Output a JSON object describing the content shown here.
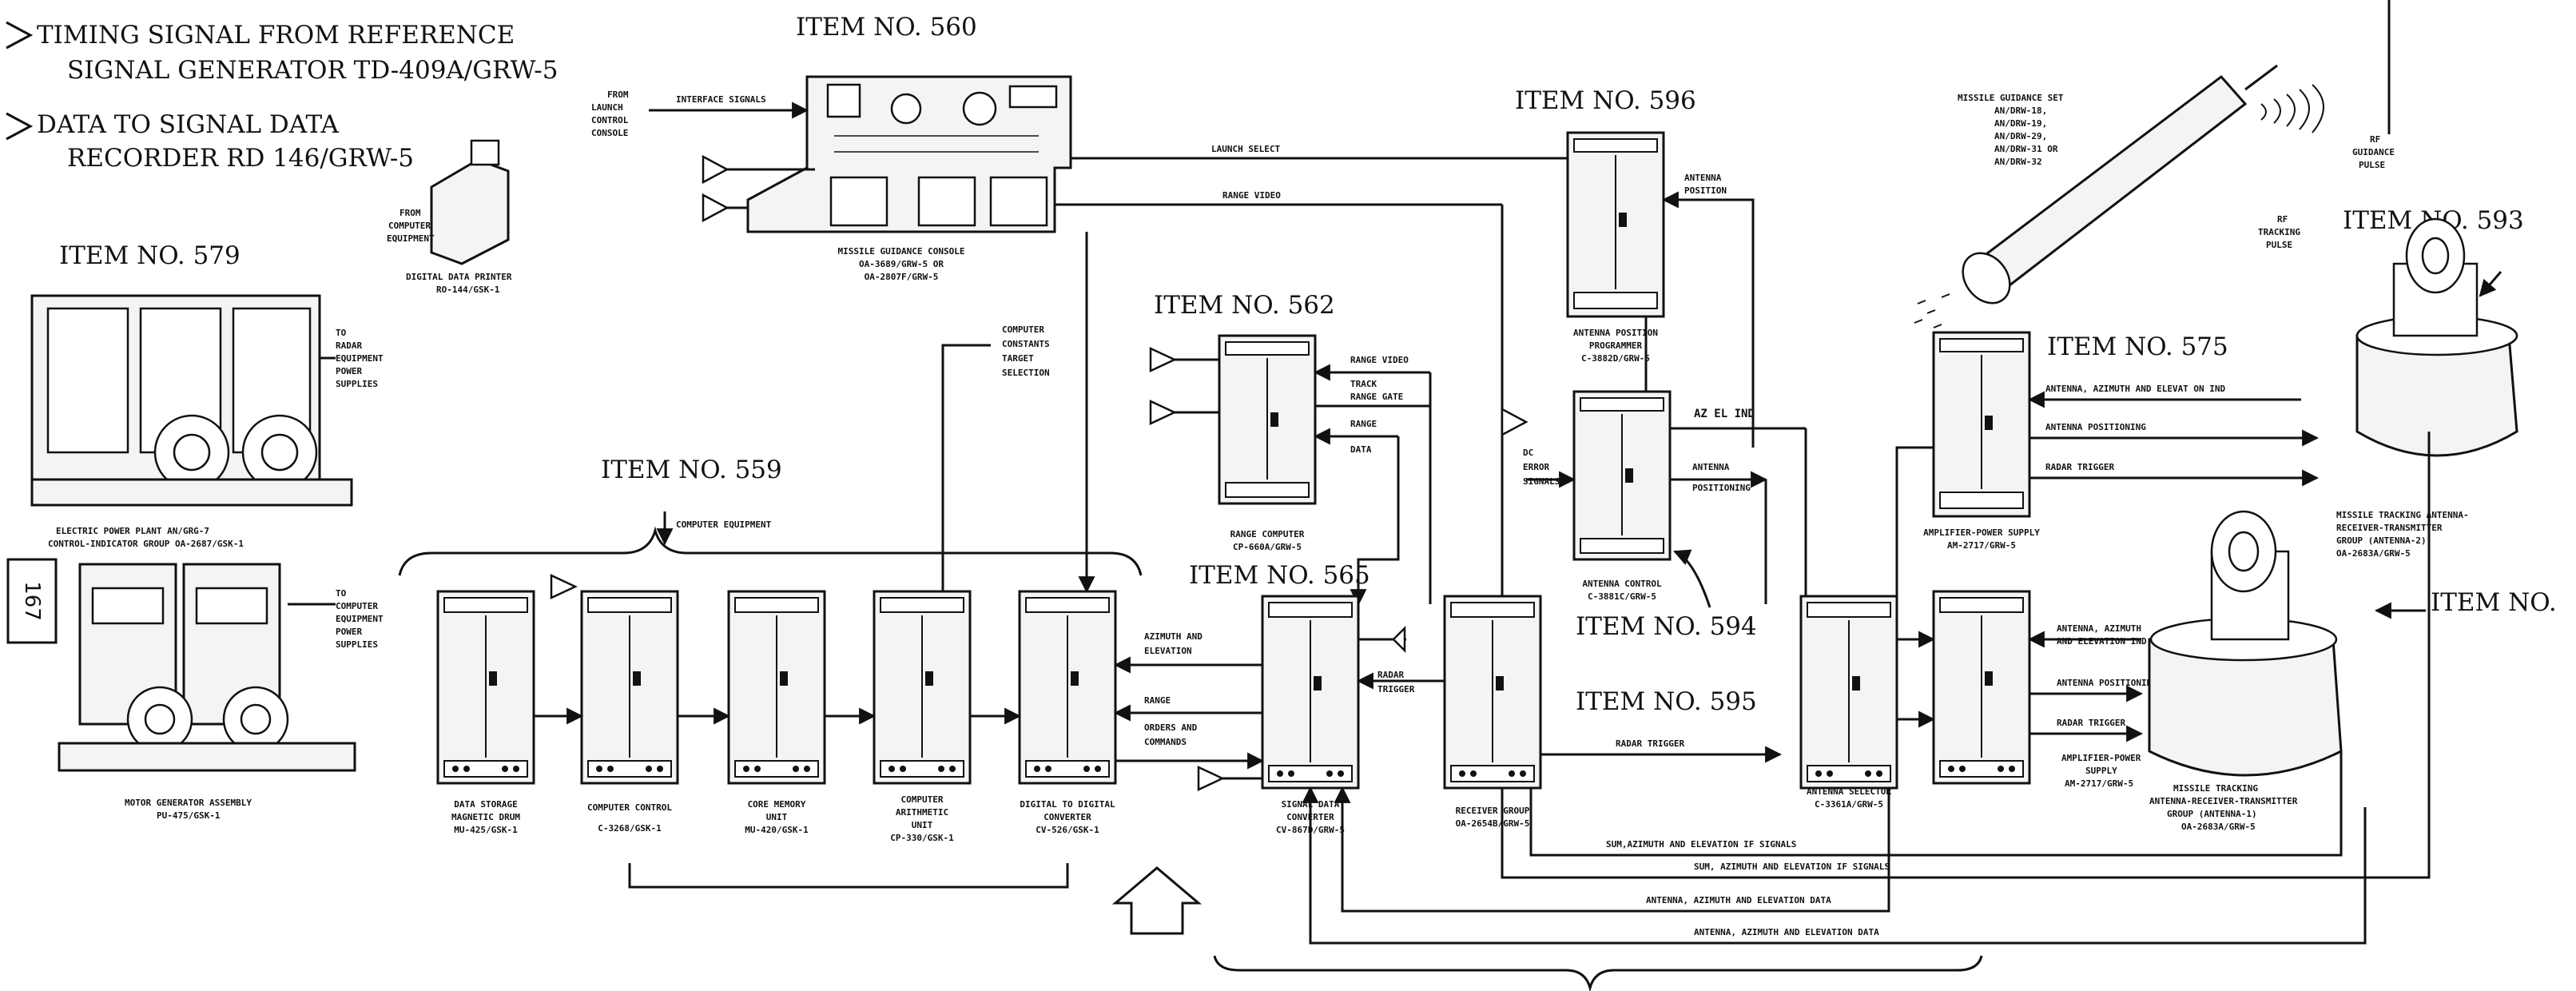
{
  "headers": {
    "timing_signal": "TIMING SIGNAL FROM REFERENCE SIGNAL GENERATOR TD-409A/GRW-5",
    "data_to_recorder": "DATA TO SIGNAL DATA RECORDER RD 146/GRW-5",
    "page_number": "167"
  },
  "items": {
    "i560": "ITEM NO. 560",
    "i579": "ITEM NO. 579",
    "i559": "ITEM NO. 559",
    "i562": "ITEM NO. 562",
    "i565": "ITEM NO. 565",
    "i596": "ITEM NO. 596",
    "i594": "ITEM NO. 594",
    "i595": "ITEM NO. 595",
    "i593": "ITEM NO. 593",
    "i575": "ITEM NO. 575",
    "iright": "ITEM NO."
  },
  "units": {
    "missile_console": "MISSILE GUIDANCE CONSOLE OA-3689/GRW-5 OR OA-2807F/GRW-5",
    "digital_printer": "DIGITAL DATA PRINTER RO-144/GSK-1",
    "power_plant": "ELECTRIC POWER PLANT AN/GRG-7 CONTROL-INDICATOR GROUP OA-2687/GSK-1",
    "motor_generator": "MOTOR GENERATOR ASSEMBLY PU-475/GSK-1",
    "data_storage": "DATA STORAGE MAGNETIC DRUM MU-425/GSK-1",
    "computer_control": "COMPUTER CONTROL C-3268/GSK-1",
    "core_memory": "CORE MEMORY UNIT MU-420/GSK-1",
    "computer_arith": "COMPUTER ARITHMETIC UNIT CP-330/GSK-1",
    "d2d_converter": "DIGITAL TO DIGITAL CONVERTER CV-526/GSK-1",
    "range_computer": "RANGE COMPUTER CP-660A/GRW-5",
    "signal_converter": "SIGNAL DATA CONVERTER CV-867D/GRW-5",
    "receiver_group": "RECEIVER GROUP OA-2654B/GRW-5",
    "antenna_programmer": "ANTENNA POSITION PROGRAMMER C-3882D/GRW-5",
    "antenna_control": "ANTENNA CONTROL C-3881C/GRW-5",
    "antenna_selector": "ANTENNA SELECTOR C-3361A/GRW-5",
    "amp_power_1": "AMPLIFIER-POWER SUPPLY AM-2717/GRW-5",
    "amp_power_2": "AMPLIFIER-POWER SUPPLY AM-2717/GRW-5",
    "tracking_1": "MISSILE TRACKING ANTENNA-RECEIVER-TRANSMITTER GROUP (ANTENNA-2) OA-2683A/GRW-5",
    "tracking_2": "MISSILE TRACKING ANTENNA-RECEIVER-TRANSMITTER GROUP (ANTENNA-1) OA-2683A/GRW-5",
    "guidance_set": "MISSILE GUIDANCE SET AN/DRW-18, AN/DRW-19, AN/DRW-29, AN/DRW-31 OR AN/DRW-32"
  },
  "signals": {
    "from_launch": "FROM LAUNCH CONTROL CONSOLE",
    "interface": "INTERFACE SIGNALS",
    "from_computer": "FROM COMPUTER EQUIPMENT",
    "launch_select": "LAUNCH SELECT",
    "range_video": "RANGE VIDEO",
    "antenna_position": "ANTENNA POSITION",
    "to_radar_supplies": "TO RADAR EQUIPMENT POWER SUPPLIES",
    "to_computer_supplies": "TO COMPUTER EQUIPMENT POWER SUPPLIES",
    "computer_equipment": "COMPUTER EQUIPMENT",
    "computer_constants": "COMPUTER CONSTANTS TARGET SELECTION",
    "range_video_2": "RANGE VIDEO",
    "track_range_gate": "TRACK RANGE GATE",
    "range_data": "RANGE DATA",
    "dc_error": "DC ERROR SIGNALS",
    "az_el_ind": "AZ EL IND",
    "antenna_positioning": "ANTENNA POSITIONING",
    "az_elev": "AZIMUTH AND ELEVATION",
    "range": "RANGE",
    "orders_commands": "ORDERS AND COMMANDS",
    "radar_trigger": "RADAR TRIGGER",
    "radar_trigger_2": "RADAR TRIGGER",
    "radar_trigger_3": "RADAR TRIGGER",
    "radar_trigger_4": "RADAR TRIGGER",
    "ant_az_elev_ind_1": "ANTENNA, AZIMUTH AND ELEVAT ON IND",
    "ant_positioning_1": "ANTENNA POSITIONING",
    "ant_az_elev_ind_2": "ANTENNA, AZIMUTH AND ELEVATION IND",
    "ant_positioning_2": "ANTENNA POSITIONING",
    "sum_if_1": "SUM,AZIMUTH AND ELEVATION IF SIGNALS",
    "sum_if_2": "SUM, AZIMUTH AND ELEVATION IF SIGNALS",
    "ant_az_elev_data_1": "ANTENNA, AZIMUTH AND ELEVATION DATA",
    "ant_az_elev_data_2": "ANTENNA, AZIMUTH AND ELEVATION DATA",
    "rf_guidance": "RF GUIDANCE PULSE",
    "rf_tracking": "RF TRACKING PULSE",
    "amp_power_lbl": "AMPLIFIER-POWER SUPPLY"
  }
}
